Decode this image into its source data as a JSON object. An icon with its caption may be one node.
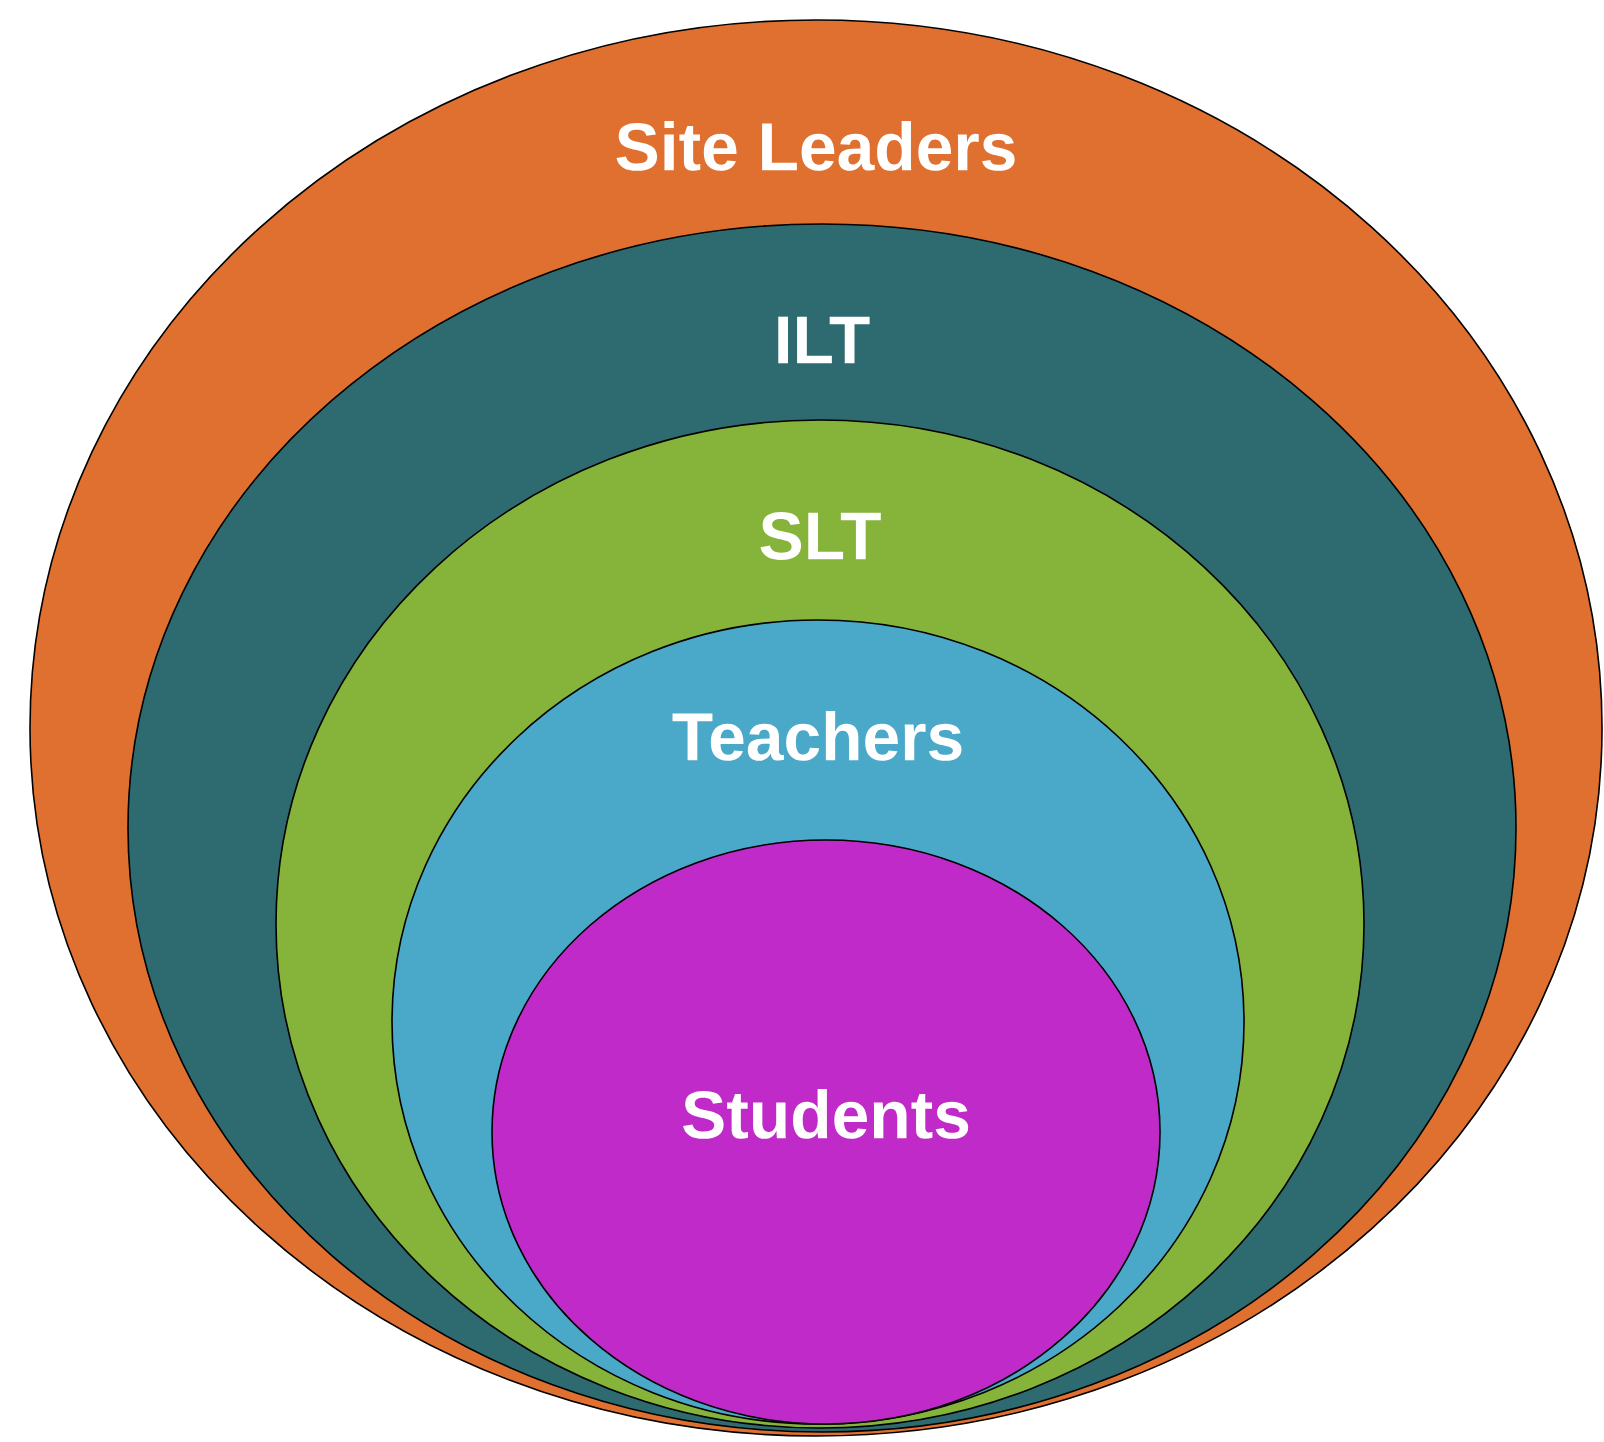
{
  "diagram": {
    "nodes": [
      {
        "text": [
          "Site Leaders"
        ]
      },
      {
        "text": [
          "ILT"
        ],
        "in": 0
      },
      {
        "text": [
          "SLT"
        ],
        "in": 1
      },
      {
        "text": [
          "Teachers"
        ],
        "in": 2
      },
      {
        "text": [
          "Students"
        ],
        "in": 3
      }
    ]
  }
}
